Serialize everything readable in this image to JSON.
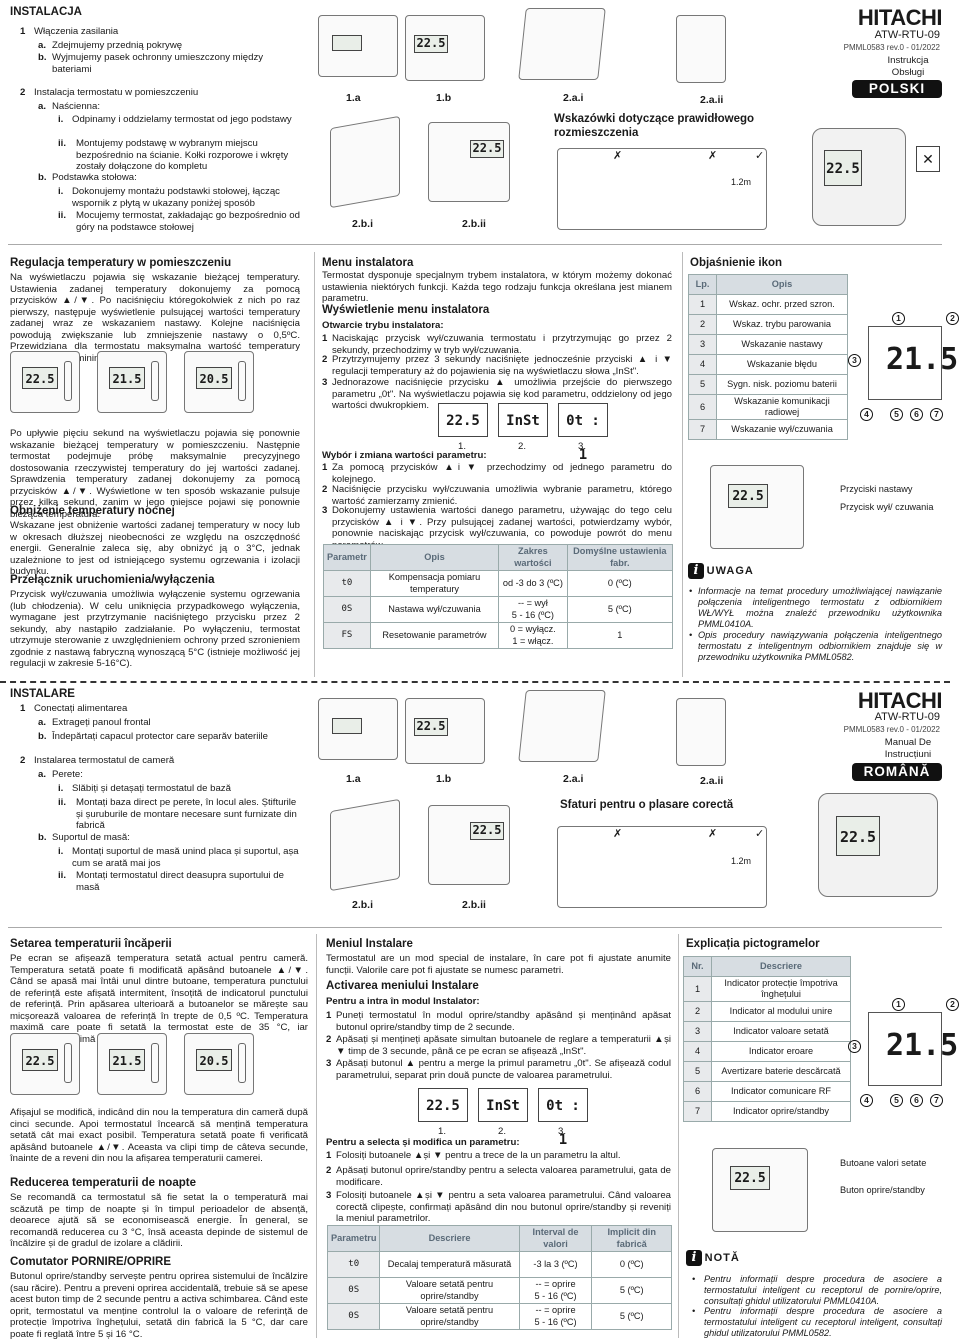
{
  "pl": {
    "inst_title": "INSTALACJA",
    "inst": [
      [
        "1",
        "Włączenia zasilania"
      ],
      [
        "a.",
        "Zdejmujemy przednią pokrywę"
      ],
      [
        "b.",
        "Wyjmujemy pasek ochronny umieszczony między bateriami"
      ],
      [
        "2",
        "Instalacja termostatu w pomieszczeniu"
      ],
      [
        "a.",
        "Naścienna:"
      ],
      [
        "i.",
        "Odpinamy i oddzielamy termostat od jego podstawy"
      ],
      [
        "ii.",
        "Montujemy podstawę w wybranym miejscu bezpośrednio na ścianie. Kołki rozporowe i wkręty zostały dołączone do kompletu"
      ],
      [
        "b.",
        "Podstawka stołowa:"
      ],
      [
        "i.",
        "Dokonujemy montażu podstawki stołowej, łącząc wspornik z płytą w ukazany poniżej sposób"
      ],
      [
        "ii.",
        "Mocujemy termostat, zakładając go bezpośrednio od góry na podstawce stołowej"
      ]
    ],
    "fig_labels": [
      "1.a",
      "1.b",
      "2.a.i",
      "2.a.ii",
      "2.b.i",
      "2.b.ii"
    ],
    "placement_title": "Wskazówki dotyczące prawidłowego rozmieszczenia",
    "brand": "HITACHI",
    "model": "ATW-RTU-09",
    "code": "PMML0583 rev.0 - 01/2022",
    "doc_type": "Instrukcja Obsługi",
    "lang": "POLSKI",
    "reg_title": "Regulacja temperatury w pomieszczeniu",
    "reg_p1": "Na wyświetlaczu pojawia się wskazanie bieżącej temperatury. Ustawienia zadanej temperatury dokonujemy za pomocą przycisków ▲/▼. Po naciśnięciu któregokolwiek z nich po raz pierwszy, następuje wyświetlenie pulsującej wartości temperatury zadanej wraz ze wskazaniem nastawy. Kolejne naciśnięcia powodują zwiększanie lub zmniejszenie nastawy o 0,5ºC. Przewidziana dla termostatu maksymalna wartość temperatury wynosi 35ºC, a minimalna 5ºC.",
    "reg_p2": "Po upływie pięciu sekund na wyświetlaczu pojawia się ponownie wskazanie bieżącej temperatury w pomieszczeniu. Następnie termostat podejmuje próbę maksymalnie precyzyjnego dostosowania rzeczywistej temperatury do jej wartości zadanej. Sprawdzenia temperatury zadanej dokonujemy za pomocą przycisków ▲/▼. Wyświetlone w ten sposób wskazanie pulsuje przez kilka sekund, zanim w jego miejsce pojawi się ponownie bieżąca temperatura.",
    "night_title": "Obniżenie temperatury nocnej",
    "night_p": "Wskazane jest obniżenie wartości zadanej temperatury w nocy lub w okresach dłuższej nieobecności ze względu na oszczędność energii. Generalnie zaleca się, aby obniżyć ją o 3°C, jednak uzależnione to jest od istniejącego systemu ogrzewania i izolacji budynku.",
    "switch_title": "Przełącznik uruchomienia/wyłączenia",
    "switch_p": "Przycisk wył/czuwania umożliwia wyłączenie systemu ogrzewania (lub chłodzenia). W celu uniknięcia przypadkowego wyłączenia, wymagane jest przytrzymanie naciśniętego przycisku przez 2 sekundy, aby nastąpiło zadziałanie. Po wyłączeniu, termostat utrzymuje sterowanie z uwzględnieniem ochrony przed szronieniem zgodnie z nastawą fabryczną wynoszącą 5°C (istnieje możliwość jej regulacji w zakresie 5-16°C).",
    "menu_title": "Menu instalatora",
    "menu_p": "Termostat dysponuje specjalnym trybem instalatora, w którym możemy dokonać ustawienia niektórych funkcji. Każda tego rodzaju funkcja określana jest mianem parametru.",
    "menu_show_title": "Wyświetlenie menu instalatora",
    "open_title": "Otwarcie trybu instalatora:",
    "open_steps": [
      [
        "1",
        "Naciskając przycisk wył/czuwania termostatu i przytrzymując go przez 2 sekundy, przechodzimy w tryb wył/czuwania."
      ],
      [
        "2",
        "Przytrzymujemy przez 3 sekundy naciśnięte jednocześnie przyciski ▲ i ▼ regulacji temperatury aż do pojawienia się na wyświetlaczu słowa „InSt\"."
      ],
      [
        "3",
        "Jednorazowe naciśnięcie przycisku ▲ umożliwia przejście do pierwszego parametru „0t\". Na wyświetlaczu pojawia się kod parametru, oddzielony od jego wartości dwukropkiem."
      ]
    ],
    "choose_title": "Wybór i zmiana wartości parametru:",
    "choose_steps": [
      [
        "1",
        "Za pomocą przycisków ▲i ▼ przechodzimy od jednego parametru do kolejnego."
      ],
      [
        "2",
        "Naciśnięcie przycisku wył/czuwania umożliwia wybranie parametru, którego wartość zamierzamy zmienić."
      ],
      [
        "3",
        "Dokonujemy ustawienia wartości danego parametru, używając do tego celu przycisków ▲ i ▼. Przy pulsującej zadanej wartości, potwierdzamy wybór, ponownie naciskając przycisk wył/czuwania, co powoduje powrót do menu parametrów"
      ]
    ],
    "ptable_head": [
      "Parametr",
      "Opis",
      "Zakres wartości",
      "Domyślne ustawienia fabr."
    ],
    "ptable": [
      [
        "t0",
        "Kompensacja pomiaru temperatury",
        "od -3 do 3 (ºC)",
        "0 (ºC)"
      ],
      [
        "0S",
        "Nastawa wył/czuwania",
        "-- = wył\n5 - 16 (ºC)",
        "5 (ºC)"
      ],
      [
        "FS",
        "Resetowanie parametrów",
        "0 = wyłącz.\n1 = włącz.",
        "1"
      ]
    ],
    "icons_title": "Objaśnienie ikon",
    "itable_head": [
      "Lp.",
      "Opis"
    ],
    "itable": [
      [
        "1",
        "Wskaz. ochr. przed szron."
      ],
      [
        "2",
        "Wskaz. trybu parowania"
      ],
      [
        "3",
        "Wskazanie nastawy"
      ],
      [
        "4",
        "Wskazanie błędu"
      ],
      [
        "5",
        "Sygn. nisk. poziomu baterii"
      ],
      [
        "6",
        "Wskazanie komunikacji radiowej"
      ],
      [
        "7",
        "Wskazanie wył/czuwania"
      ]
    ],
    "btn_label1": "Przyciski nastawy",
    "btn_label2": "Przycisk wył/ czuwania",
    "note_title": "UWAGA",
    "notes": [
      "Informacje na temat procedury umożliwiającej nawiązanie połączenia inteligentnego termostatu z odbiornikiem WŁ/WYŁ można znaleźć przewodniku użytkownika PMML0410A.",
      "Opis procedury nawiązywania połączenia inteligentnego termostatu z inteligentnym odbiornikiem znajduje się w przewodniku użytkownika PMML0582."
    ]
  },
  "ro": {
    "inst_title": "INSTALARE",
    "inst": [
      [
        "1",
        "Conectați alimentarea"
      ],
      [
        "a.",
        "Extrageți panoul frontal"
      ],
      [
        "b.",
        "Îndepărtați capacul protector care separăv bateriile"
      ],
      [
        "2",
        "Instalarea termostatul de cameră"
      ],
      [
        "a.",
        "Perete:"
      ],
      [
        "i.",
        "Slăbiți și detașați termostatul de bază"
      ],
      [
        "ii.",
        "Montați baza direct pe perete, în locul ales. Știfturile și șuruburile de montare necesare sunt furnizate din fabrică"
      ],
      [
        "b.",
        "Suportul de masă:"
      ],
      [
        "i.",
        "Montați suportul de masă unind placa și suportul, așa cum se arată mai jos"
      ],
      [
        "ii.",
        "Montați termostatul direct deasupra suportului de masă"
      ]
    ],
    "fig_labels": [
      "1.a",
      "1.b",
      "2.a.i",
      "2.a.ii",
      "2.b.i",
      "2.b.ii"
    ],
    "placement_title": "Sfaturi pentru o plasare corectă",
    "brand": "HITACHI",
    "model": "ATW-RTU-09",
    "code": "PMML0583 rev.0 - 01/2022",
    "doc_type": "Manual De Instrucțiuni",
    "lang": "ROMÂNĂ",
    "reg_title": "Setarea temperaturii încăperii",
    "reg_p1": "Pe ecran se afișează temperatura setată actual pentru cameră. Temperatura setată poate fi modificată apăsând butoanele ▲/▼. Când se apasă mai întâi unul dintre butoane, temperatura punctului de referință este afișată intermitent, însoțită de indicatorul punctului de referință. Prin apăsarea ulterioară a butoanelor se mărește sau micșorează valoarea de referință în trepte de 0,5 ºC. Temperatura maximă care poate fi setată la termostat este de 35 °C, iar temperatura minimă este de 5 °C.",
    "reg_p2": "Afișajul se modifică, indicând din nou la temperatura din cameră după cinci secunde. Apoi termostatul încearcă să mențină temperatura setată cât mai exact posibil. Temperatura setată poate fi verificată apăsând butoanele ▲/▼. Aceasta va clipi timp de câteva secunde, înainte de a reveni din nou la afișarea temperaturii camerei.",
    "night_title": "Reducerea temperaturii de noapte",
    "night_p": "Se recomandă ca termostatul să fie setat la o temperatură mai scăzută pe timp de noapte și în timpul perioadelor de absență, deoarece ajută să se economisească energie. În general, se recomandă reducerea cu 3 °C, însă aceasta depinde de sistemul de încălzire și de gradul de izolare a clădirii.",
    "switch_title": "Comutator PORNIRE/OPRIRE",
    "switch_p": "Butonul oprire/standby servește pentru oprirea sistemului de încălzire (sau răcire). Pentru a preveni oprirea accidentală, trebuie să se apese acest buton timp de 2 secunde pentru a activa schimbarea. Când este oprit, termostatul va menține controlul la o valoare de referință de protecție împotriva înghețului, setată din fabrică la 5 °C, dar care poate fi reglată între 5 și 16 °C.",
    "menu_title": "Meniul Instalare",
    "menu_p": "Termostatul are un mod special de instalare, în care pot fi ajustate anumite funcții. Valorile care pot fi ajustate se numesc parametri.",
    "menu_show_title": "Activarea meniului Instalare",
    "open_title": "Pentru a intra în modul Instalator:",
    "open_steps": [
      [
        "1",
        "Puneți termostatul în modul oprire/standby apăsând și menținând apăsat butonul oprire/standby timp de 2 secunde."
      ],
      [
        "2",
        "Apăsați și mențineți apăsate simultan butoanele de reglare a temperaturii ▲și ▼ timp de 3 secunde, până ce pe ecran se afișează „InSt\"."
      ],
      [
        "3",
        "Apăsați butonul ▲ pentru a merge la primul parametru „0t\". Se afișează codul parametrului, separat prin două puncte de valoarea parametrului."
      ]
    ],
    "choose_title": "Pentru a selecta și modifica un parametru:",
    "choose_steps": [
      [
        "1",
        "Folosiți butoanele ▲și ▼ pentru a trece de la un parametru la altul."
      ],
      [
        "2",
        "Apăsați butonul oprire/standby pentru a selecta valoarea parametrului, gata de modificare."
      ],
      [
        "3",
        "Folosiți butoanele ▲și ▼ pentru a seta valoarea parametrului. Când valoarea corectă clipește, confirmați apăsând din nou butonul oprire/standby și reveniți la meniul parametrilor."
      ]
    ],
    "ptable_head": [
      "Parametru",
      "Descriere",
      "Interval de valori",
      "Implicit din fabrică"
    ],
    "ptable": [
      [
        "t0",
        "Decalaj temperatură măsurată",
        "-3 la 3 (ºC)",
        "0 (ºC)"
      ],
      [
        "0S",
        "Valoare setată pentru oprire/standby",
        "-- = oprire\n5 - 16 (ºC)",
        "5 (ºC)"
      ],
      [
        "0S",
        "Valoare setată pentru oprire/standby",
        "-- = oprire\n5 - 16 (ºC)",
        "5 (ºC)"
      ]
    ],
    "icons_title": "Explicația pictogramelor",
    "itable_head": [
      "Nr.",
      "Descriere"
    ],
    "itable": [
      [
        "1",
        "Indicator protecție împotriva înghețului"
      ],
      [
        "2",
        "Indicator al modului unire"
      ],
      [
        "3",
        "Indicator valoare setată"
      ],
      [
        "4",
        "Indicator eroare"
      ],
      [
        "5",
        "Avertizare baterie descărcată"
      ],
      [
        "6",
        "Indicator comunicare RF"
      ],
      [
        "7",
        "Indicator oprire/standby"
      ]
    ],
    "btn_label1": "Butoane valori setate",
    "btn_label2": "Buton oprire/standby",
    "note_title": "NOTĂ",
    "notes": [
      "Pentru informații despre procedura de asociere a termostatului inteligent cu receptorul de pornire/oprire, consultați ghidul utilizatorului PMML0410A.",
      "Pentru informații despre procedura de asociere a termostatului inteligent cu receptorul inteligent, consultați ghidul utilizatorului PMML0582."
    ]
  },
  "lcd": {
    "main": "22.5",
    "inst": "InSt",
    "ot": "0t : 1",
    "temp": "21.5",
    "seq": [
      "22.5",
      "21.5",
      "20.5"
    ],
    "step_labels": [
      "1.",
      "2.",
      "3."
    ],
    "markers": [
      "1",
      "2",
      "3",
      "4",
      "5",
      "6",
      "7"
    ],
    "unit": "°C",
    "height": "1.2m",
    "check": "✓",
    "cross": "✗"
  }
}
